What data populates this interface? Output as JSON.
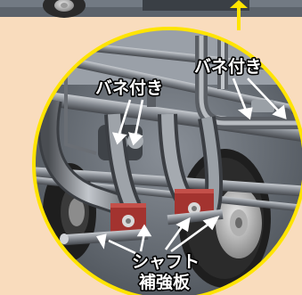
{
  "labels": {
    "spring_left": "バネ付き",
    "spring_right": "バネ付き",
    "shaft": "シャフト",
    "reinforcement_plate": "補強板"
  },
  "colors": {
    "background": "#f9dcbd",
    "circle_border": "#ffe400",
    "tube_steel": "#7d8289",
    "bracket_red": "#a3332f",
    "tire": "#1e1e1e",
    "arrow": "#ffffff"
  }
}
